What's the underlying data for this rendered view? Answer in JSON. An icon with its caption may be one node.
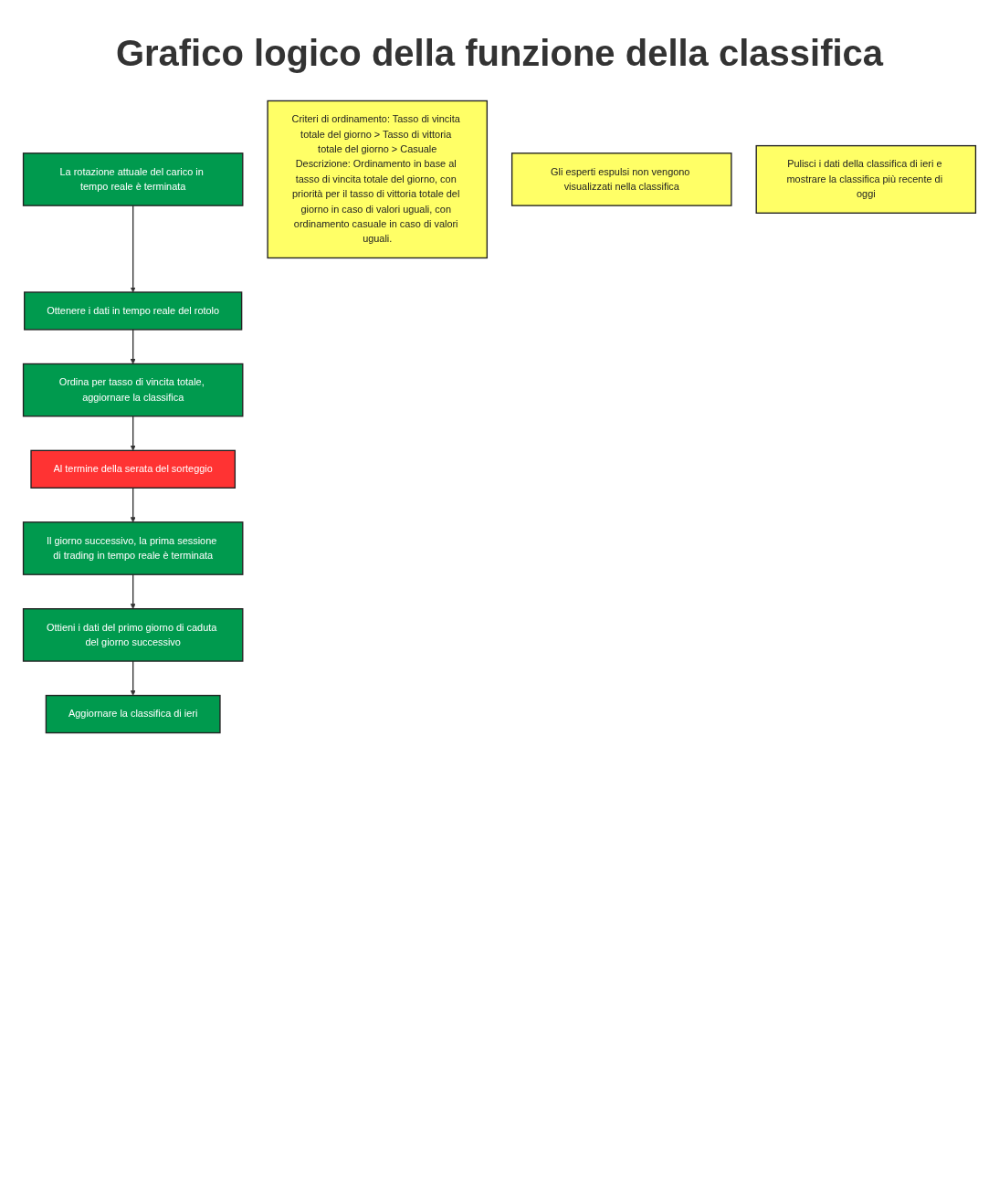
{
  "diagram": {
    "title": "Grafico logico della funzione della classifica",
    "nodes": [
      {
        "text": [
          "La rotazione attuale del carico in tempo reale è terminata"
        ]
      },
      {
        "text": [
          "Ottenere i dati in tempo reale del rotolo"
        ]
      },
      {
        "text": [
          "Ordina per tasso di vincita totale, aggiornare la classifica"
        ]
      },
      {
        "text": [
          "Al termine della serata del sorteggio"
        ]
      },
      {
        "text": [
          "Il giorno successivo, la prima sessione di trading in tempo reale è terminata"
        ]
      },
      {
        "text": [
          "Ottieni i dati del primo giorno di caduta del giorno successivo"
        ]
      },
      {
        "text": [
          "Aggiornare la classifica di ieri"
        ]
      },
      {
        "text": [
          "Criteri di ordinamento: Tasso di vincita totale del giorno > Tasso di vittoria totale del giorno > Casuale",
          "Descrizione: Ordinamento in base al tasso di vincita totale del giorno, con priorità per il tasso di vittoria totale del giorno in caso di valori uguali, con ordinamento casuale in caso di valori uguali."
        ]
      },
      {
        "text": [
          "Gli esperti espulsi non vengono visualizzati nella classifica"
        ]
      },
      {
        "text": [
          "Pulisci i dati della classifica di ieri e mostrare la classifica più recente di oggi"
        ]
      }
    ],
    "edges": [
      {
        "from": 0,
        "to": 1,
        "arrow": "to"
      },
      {
        "from": 1,
        "to": 2,
        "arrow": "to"
      },
      {
        "from": 2,
        "to": 3,
        "arrow": "to"
      },
      {
        "from": 3,
        "to": 4,
        "arrow": "to"
      },
      {
        "from": 4,
        "to": 5,
        "arrow": "to"
      },
      {
        "from": 5,
        "to": 6,
        "arrow": "to"
      }
    ]
  }
}
